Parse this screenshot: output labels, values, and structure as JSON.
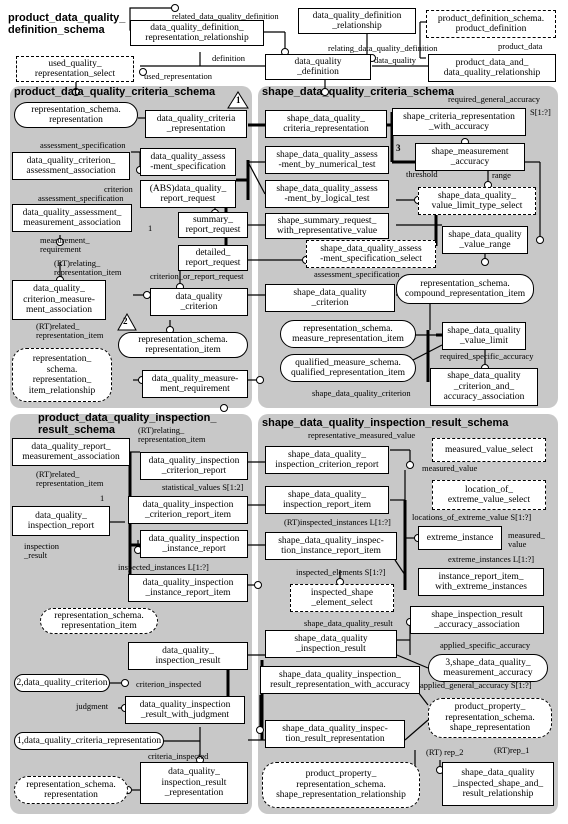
{
  "titles": {
    "quality": "product_data_quality_\ndefinition_schema",
    "criteria": "product_data_quality_criteria_schema",
    "shape_criteria": "shape_data_quality_criteria_schema",
    "inspection": "product_data_quality_inspection_\nresult_schema",
    "shape_inspection": "shape_data_quality_inspection_result_schema"
  },
  "boxes": {
    "dq_def_rep_rel": "data_quality_definition_\nrepresentation_relationship",
    "dq_def_rel": "data_quality_definition\n_relationship",
    "pds_pd": "product_definition_schema.\nproduct_definition",
    "used_qrs": "used_quality_\nrepresentation_select",
    "dq_def": "data_quality\n_definition",
    "pd_and_dq_rel": "product_data_and_\ndata_quality_relationship",
    "rs_rep_1": "representation_schema.\nrepresentation",
    "dq_crit_rep": "data_quality_criteria\n_representation",
    "sdq_crit_rep": "shape_data_quality_\ncriteria_representation",
    "shape_crit_rep_acc": "shape_criteria_representation\n_with_accuracy",
    "dq_crit_assess_assoc": "data_quality_criterion_\nassessment_association",
    "dq_assess_spec": "data_quality_assess\n-ment_specification",
    "sdq_assess_num": "shape_data_quality_assess\n-ment_by_numerical_test",
    "shape_meas_acc": "shape_measurement\n_accuracy",
    "abs_report_req": "(ABS)data_quality_\nreport_request",
    "sdq_assess_log": "shape_data_quality_assess\n-ment_by_logical_test",
    "sdq_value_limit_type": "shape_data_quality_\nvalue_limit_type_select",
    "dq_assess_meas_assoc": "data_quality_assessment_\nmeasurement_association",
    "summary_req": "summary_\nreport_request",
    "shape_summary_req": "shape_summary_request_\nwith_representative_value",
    "sdq_value_range": "shape_data_quality\n_value_range",
    "detailed_req": "detailed_\nreport_request",
    "sdq_assess_spec_sel": "shape_data_quality_assess\n-ment_specification_select",
    "rs_compound_item": "representation_schema.\ncompound_representation_item",
    "dq_crit_meas_assoc": "data_quality_\ncriterion_measure-\nment_association",
    "dq_criterion": "data_quality\n_criterion",
    "sdq_criterion": "shape_data_quality\n_criterion",
    "rs_rep_item_1": "representation_schema.\nrepresentation_item",
    "rs_measure_rep_item": "representation_schema.\nmeasure_representation_item",
    "sdq_value_limit": "shape_data_quality\n_value_limit",
    "rs_item_rel": "representation_\nschema.\nrepresentation_\nitem_relationship",
    "dq_meas_req": "data_quality_measure-\nment_requirement",
    "qm_qri": "qualified_measure_schema.\nqualified_representation_item",
    "sdq_crit_acc_assoc": "shape_data_quality\n_criterion_and_\naccuracy_association",
    "dq_report_meas_assoc": "data_quality_report_\nmeasurement_association",
    "dq_insp_crit_report": "data_quality_inspection\n_criterion_report",
    "sdq_insp_crit_report": "shape_data_quality_\ninspection_criterion_report",
    "measured_value_select": "measured_value_select",
    "dq_insp_report": "data_quality_\ninspection_report",
    "dq_insp_crit_report_item": "data_quality_inspection\n_criterion_report_item",
    "sdq_insp_report_item": "shape_data_quality_\ninspection_report_item",
    "location_extreme": "location_of_\nextreme_value_select",
    "dq_insp_inst_report": "data_quality_inspection\n_instance_report",
    "sdq_insp_inst_report_item": "shape_data_quality_inspec-\ntion_instance_report_item",
    "extreme_instance": "extreme_instance",
    "dq_insp_inst_report_item": "data_quality_inspection\n_instance_report_item",
    "inst_report_item_extreme": "instance_report_item_\nwith_extreme_instances",
    "inspected_shape_elem": "inspected_shape\n_element_select",
    "rs_rep_item_2": "representation_schema.\nrepresentation_item",
    "shape_insp_result_acc_assoc": "shape_inspection_result\n_accuracy_association",
    "dq_insp_result": "data_quality_\ninspection_result",
    "sdq_insp_result": "shape_data_quality\n_inspection_result",
    "sdq_meas_acc": "3,shape_data_quality_\nmeasurement_accuracy",
    "dq_criterion_ref": "2,data_quality_criterion",
    "sdq_insp_result_rep_acc": "shape_data_quality_inspection_\nresult_representation_with_accuracy",
    "dq_insp_result_judgment": "data_quality_inspection\n_result_with_judgment",
    "pp_shape_rep": "product_property_\nrepresentation_schema.\nshape_representation",
    "dq_crit_rep_ref": "1,data_quality_criteria_representation",
    "sdq_insp_result_rep": "shape_data_quality_inspec-\ntion_result_representation",
    "dq_insp_result_rep": "data_quality_\ninspection_result\n_representation",
    "rs_rep_2": "representation_schema.\nrepresentation",
    "pp_shape_rep_rel": "product_property_\nrepresentation_schema.\nshape_representation_relationship",
    "sdq_insp_shape_result_rel": "shape_data_quality\n_inspected_shape_and_\nresult_relationship"
  },
  "labels": {
    "related_dq_def": "related_data_quality_definition",
    "relating_dq_def": "relating_data_quality_definition",
    "product_data": "product_data",
    "data_quality": "data_quality",
    "definition": "definition",
    "used_representation": "used_representation",
    "required_general_accuracy": "required_general_accuracy",
    "s_1_q": "S[1:?]",
    "assessment_specification": "assessment_specification",
    "threshold": "threshold",
    "range": "range",
    "criterion": "criterion",
    "assessment_specification_2": "assessment_specification",
    "one": "1",
    "measurement_requirement": "measurement_\nrequirement",
    "rt_relating_rep_item": "(RT)relating_\nrepresentation_item",
    "criterion_or_report_request": "criterion_or_report_request",
    "assessment_specification_3": "assessment_specification",
    "rt_related_rep_item": "(RT)related_\nrepresentation_item",
    "required_specific_accuracy": "required_specific_accuracy",
    "shape_dq_criterion": "shape_data_quality_criterion",
    "rt_relating_rep_item_2": "(RT)relating_\nrepresentation_item",
    "representative_measured_value": "representative_measured_value",
    "measured_value": "measured_value",
    "rt_related_rep_item_2": "(RT)related_\nrepresentation_item",
    "statistical_values": "statistical_values S[1:2]",
    "one_2": "1",
    "locations_of_extreme_value": "locations_of_extreme_value S[1:?]",
    "rt_inspected_instances": "(RT)inspected_instances L[1:?]",
    "measured_value_2": "measured_\nvalue",
    "inspection_result": "inspection\n_result",
    "extreme_instances": "extreme_instances L[1:?]",
    "inspected_instances": "inspected_instances L[1:?]",
    "inspected_elements": "inspected_elements S[1:?]",
    "shape_dq_result": "shape_data_quality_result",
    "applied_specific_accuracy": "applied_specific_accuracy",
    "criterion_inspected": "criterion_inspected",
    "applied_general_accuracy": "applied_general_accuracy S[1:?]",
    "judgment": "judgment",
    "criteria_inspected": "criteria_inspected",
    "rt_rep_2": "(RT) rep_2",
    "rt_rep_1": "(RT)rep_1"
  },
  "page_refs": {
    "r1": "1",
    "r2": "2",
    "r3": "3"
  }
}
